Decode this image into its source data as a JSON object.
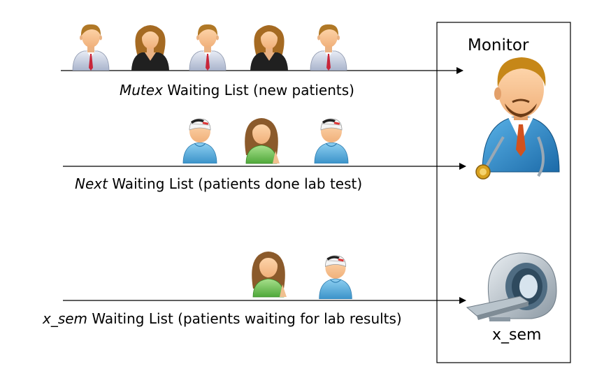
{
  "monitor": {
    "title": "Monitor",
    "resource_label": "x_sem"
  },
  "queues": [
    {
      "name": "Mutex",
      "description": "Waiting List (new patients)",
      "patients": [
        "man",
        "woman",
        "man",
        "woman",
        "man"
      ]
    },
    {
      "name": "Next",
      "description": "Waiting List (patients done lab test)",
      "patients": [
        "bandaged-patient",
        "green-patient",
        "bandaged-patient"
      ]
    },
    {
      "name": "x_sem",
      "description": "Waiting List (patients waiting for lab results)",
      "patients": [
        "green-patient",
        "bandaged-patient"
      ]
    }
  ],
  "icons": {
    "doctor": "doctor-icon",
    "scanner": "mri-scanner-icon"
  }
}
